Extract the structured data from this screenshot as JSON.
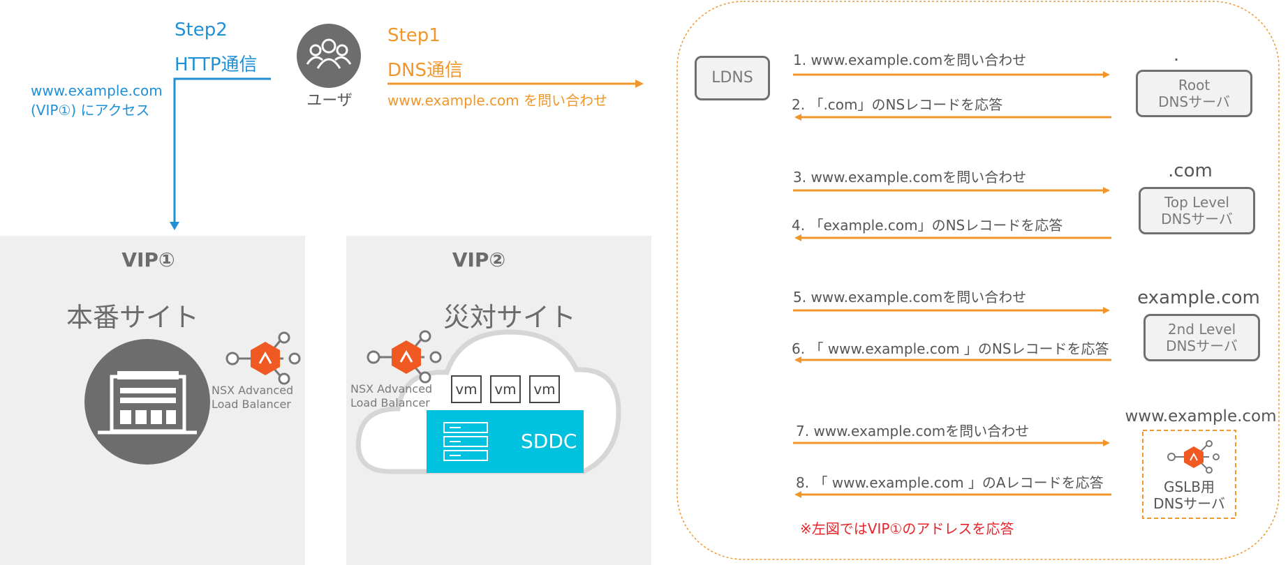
{
  "step2": {
    "title": "Step2",
    "subtitle": "HTTP通信",
    "access_line1": "www.example.com",
    "access_line2": "(VIP①) にアクセス"
  },
  "user": {
    "label": "ユーザ",
    "icon": "users-icon"
  },
  "step1": {
    "title": "Step1",
    "subtitle": "DNS通信",
    "query": "www.example.com を問い合わせ"
  },
  "site_prod": {
    "vip": "VIP①",
    "name": "本番サイト",
    "lb_line1": "NSX Advanced",
    "lb_line2": "Load Balancer"
  },
  "site_dr": {
    "vip": "VIP②",
    "name": "災対サイト",
    "lb_line1": "NSX Advanced",
    "lb_line2": "Load Balancer",
    "vms": [
      "vm",
      "vm",
      "vm"
    ],
    "sddc": "SDDC"
  },
  "ldns": {
    "label": "LDNS"
  },
  "dns_flow": [
    {
      "query": "1. www.example.comを問い合わせ",
      "answer": "2. 「.com」のNSレコードを応答",
      "zone": ".",
      "server_line1": "Root",
      "server_line2": "DNSサーバ"
    },
    {
      "query": "3. www.example.comを問い合わせ",
      "answer": "4. 「example.com」のNSレコードを応答",
      "zone": ".com",
      "server_line1": "Top Level",
      "server_line2": "DNSサーバ"
    },
    {
      "query": "5. www.example.comを問い合わせ",
      "answer": "6. 「 www.example.com 」のNSレコードを応答",
      "zone": "example.com",
      "server_line1": "2nd Level",
      "server_line2": "DNSサーバ"
    },
    {
      "query": "7. www.example.comを問い合わせ",
      "answer": "8. 「 www.example.com 」のAレコードを応答",
      "zone": "www.example.com",
      "server_line1": "GSLB用",
      "server_line2": "DNSサーバ"
    }
  ],
  "note": "※左図ではVIP①のアドレスを応答",
  "colors": {
    "blue": "#1f8fd6",
    "orange": "#f0962a",
    "red": "#e8232a",
    "lb_orange": "#f05a22",
    "sddc": "#00c1de"
  }
}
